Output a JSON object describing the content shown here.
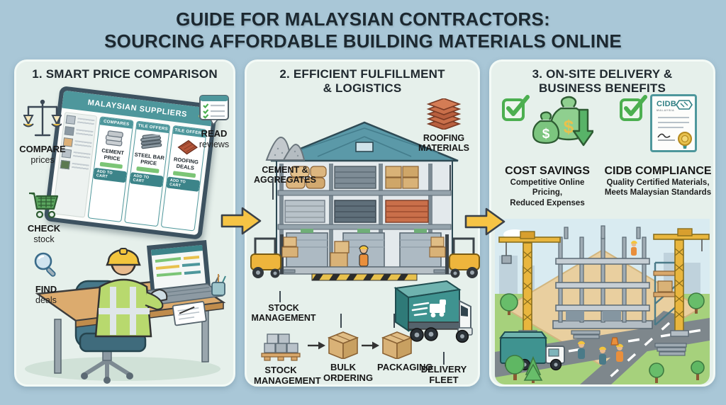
{
  "title": {
    "line1": "GUIDE FOR MALAYSIAN CONTRACTORS:",
    "line2": "SOURCING AFFORDABLE BUILDING MATERIALS ONLINE"
  },
  "colors": {
    "background": "#a9c7d7",
    "panel_background": "#e6f0eb",
    "accent_teal": "#4e979c",
    "accent_green": "#5cb868",
    "arrow_yellow": "#f6c445",
    "heading_text": "#1c2830"
  },
  "panel1": {
    "heading": "1. SMART PRICE COMPARISON",
    "labels": {
      "compare": {
        "title": "COMPARE",
        "subtitle": "prices",
        "icon": "balance-scale-icon"
      },
      "check": {
        "title": "CHECK",
        "subtitle": "stock",
        "icon": "shopping-cart-icon"
      },
      "find": {
        "title": "FIND",
        "subtitle": "deals",
        "icon": "magnifier-icon"
      },
      "read": {
        "title": "READ",
        "subtitle": "reviews",
        "icon": "review-checklist-icon"
      }
    },
    "screen": {
      "header": "MALAYSIAN SUPPLIERS",
      "cards": [
        {
          "ribbon": "COMPARES",
          "product": "CEMENT PRICE",
          "button": "ADD TO CART",
          "icon": "cement-stack-icon"
        },
        {
          "ribbon": "TILE OFFERS",
          "product": "STEEL BAR PRICE",
          "button": "ADD TO CART",
          "icon": "steel-bars-icon"
        },
        {
          "ribbon": "TILE OFFERS",
          "product": "ROOFING DEALS",
          "button": "ADD TO CART",
          "icon": "roof-panel-icon"
        }
      ]
    }
  },
  "panel2": {
    "heading_line1": "2. EFFICIENT FULFILLMENT",
    "heading_line2": "& LOGISTICS",
    "callouts": {
      "cement": {
        "line1": "CEMENT &",
        "line2": "AGGREGATES"
      },
      "roofing": {
        "line1": "ROOFING",
        "line2": "MATERIALS"
      },
      "stock_upper": {
        "line1": "STOCK",
        "line2": "MANAGEMENT"
      }
    },
    "flow": [
      {
        "line1": "STOCK",
        "line2": "MANAGEMENT",
        "icon": "pallet-icon"
      },
      {
        "line1": "BULK",
        "line2": "ORDERING",
        "icon": "carton-box-icon"
      },
      {
        "line1": "PACKAGING",
        "line2": "",
        "icon": "carton-box-icon"
      },
      {
        "line1": "DELIVERY",
        "line2": "FLEET",
        "icon": "delivery-truck-icon"
      }
    ]
  },
  "panel3": {
    "heading_line1": "3. ON-SITE DELIVERY &",
    "heading_line2": "BUSINESS BENEFITS",
    "benefits": [
      {
        "title": "COST SAVINGS",
        "desc_line1": "Competitive Online Pricing,",
        "desc_line2": "Reduced Expenses",
        "icon": "money-savings-icon"
      },
      {
        "title": "CIDB COMPLIANCE",
        "desc_line1": "Quality Certified Materials,",
        "desc_line2": "Meets Malaysian Standards",
        "icon": "cidb-certificate-icon"
      }
    ],
    "certificate": {
      "brand": "CIDB",
      "region": "MALAYSIA"
    }
  }
}
